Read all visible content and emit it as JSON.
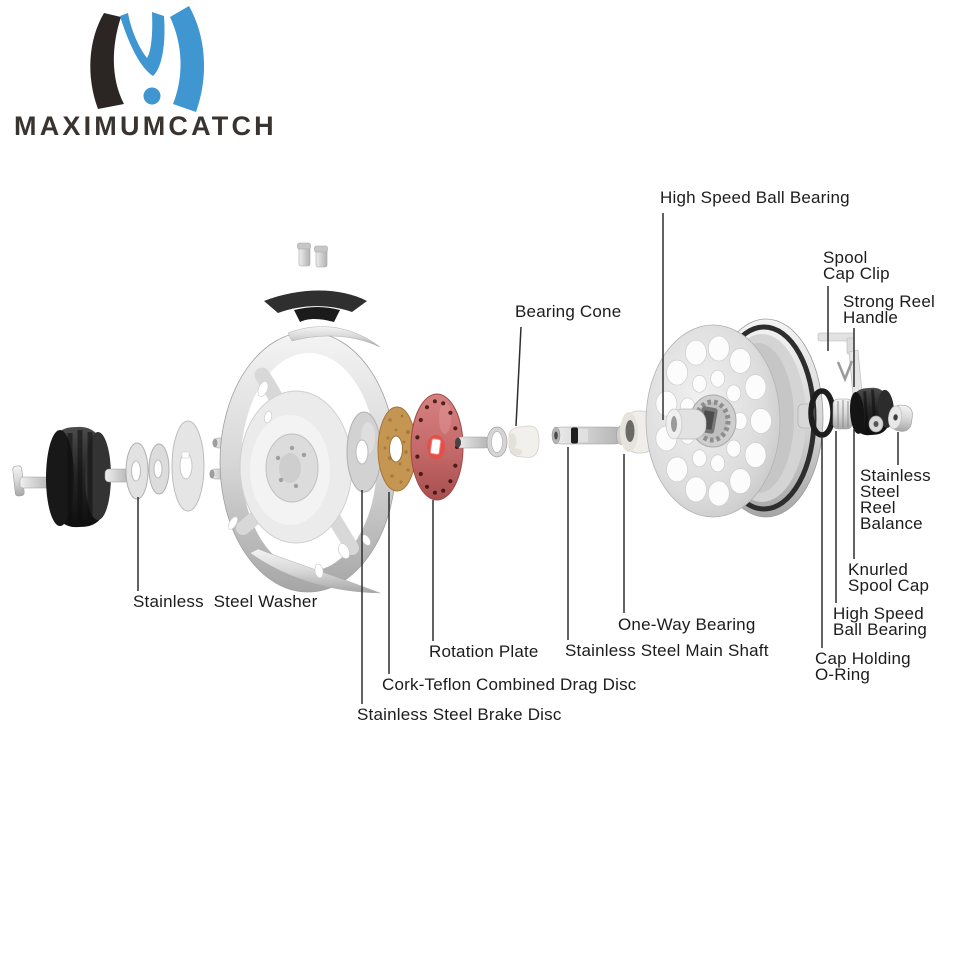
{
  "logo": {
    "brand": "MAXIMUMCATCH"
  },
  "labels": {
    "high_speed_ball_bearing_top": "High Speed Ball Bearing",
    "bearing_cone": "Bearing Cone",
    "spool_cap_clip": "Spool\nCap Clip",
    "strong_reel_handle": "Strong Reel\nHandle",
    "stainless_steel_reel_balance": "Stainless\nSteel\nReel\nBalance",
    "knurled_spool_cap": "Knurled\nSpool Cap",
    "high_speed_ball_bearing_right": "High Speed\nBall Bearing",
    "cap_holding_o_ring": "Cap Holding\nO-Ring",
    "one_way_bearing": "One-Way Bearing",
    "stainless_steel_main_shaft": "Stainless Steel Main Shaft",
    "rotation_plate": "Rotation Plate",
    "cork_teflon_drag_disc": "Cork-Teflon Combined Drag Disc",
    "stainless_steel_brake_disc": "Stainless Steel Brake Disc",
    "stainless_steel_washer": "Stainless  Steel Washer"
  },
  "colors": {
    "logo_blue": "#3f96d1",
    "logo_black": "#2b2523",
    "label_text": "#1c1c1c",
    "cork_disc": "#c59552",
    "rotation_plate_red": "#c46868",
    "knob_black": "#1f1f1f",
    "metal_silver": "#d7d7d7",
    "background": "#ffffff"
  }
}
